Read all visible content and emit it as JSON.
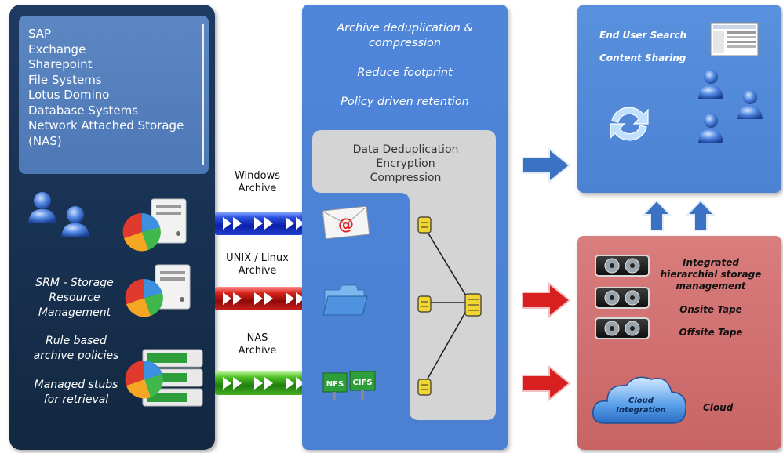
{
  "sources": {
    "items": [
      "SAP",
      "Exchange",
      "Sharepoint",
      "File Systems",
      "Lotus Domino",
      "Database Systems",
      "Network Attached Storage",
      "(NAS)"
    ]
  },
  "left_captions": {
    "srm": [
      "SRM - Storage",
      "Resource",
      "Management"
    ],
    "rule": [
      "Rule based",
      "archive policies"
    ],
    "stubs": [
      "Managed stubs",
      "for retrieval"
    ]
  },
  "pipes": {
    "windows": [
      "Windows",
      "Archive"
    ],
    "unix": [
      "UNIX / Linux",
      "Archive"
    ],
    "nas": [
      "NAS",
      "Archive"
    ]
  },
  "middle": {
    "captions": [
      "Archive deduplication &",
      "compression",
      "Reduce footprint",
      "Policy driven retention"
    ],
    "dedup": [
      "Data Deduplication",
      "Encryption",
      "Compression"
    ],
    "email_symbol": "@",
    "nfs": "NFS",
    "cifs": "CIFS"
  },
  "top_right": {
    "search": "End User Search",
    "sharing": "Content Sharing"
  },
  "bottom_right": {
    "hsm": [
      "Integrated",
      "hierarchial storage",
      "management"
    ],
    "onsite": "Onsite Tape",
    "offsite": "Offsite Tape",
    "cloud_label": "Cloud",
    "cloud_integration": [
      "Cloud",
      "Integration"
    ]
  },
  "colors": {
    "left_panel": "#1f3a63",
    "middle_panel": "#4f86d9",
    "top_right_panel": "#5a91de",
    "bottom_right_panel": "#d97d7d",
    "windows_pipe": "#1d36c8",
    "unix_pipe": "#c11d17",
    "nas_pipe": "#3fa61d",
    "arrow_blue": "#3b72c4",
    "arrow_red": "#d92020"
  },
  "icons": [
    "users-icon",
    "server-icon",
    "pie-chart-icon",
    "server-rack-icon",
    "email-icon",
    "folder-icon",
    "nfs-cifs-icon",
    "database-icon",
    "sync-icon",
    "document-thumbnail-icon",
    "tape-drive-icon",
    "cloud-icon",
    "arrow-right-icon",
    "arrow-up-icon"
  ]
}
